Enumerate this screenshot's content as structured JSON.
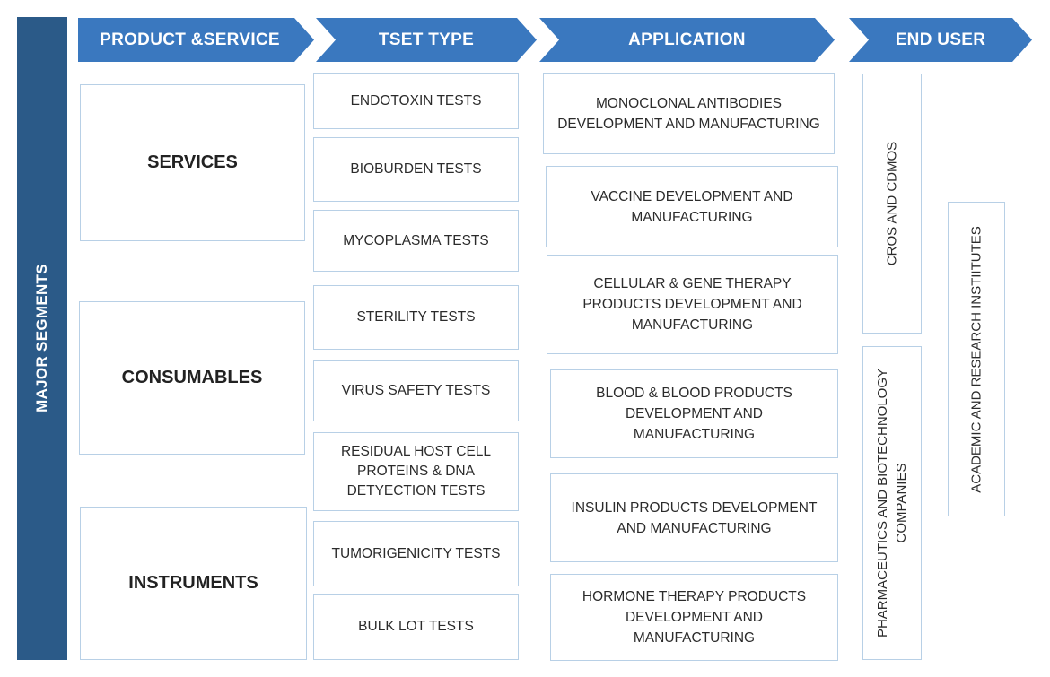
{
  "side_label": "MAJOR SEGMENTS",
  "headers": [
    "PRODUCT &SERVICE",
    "TSET TYPE",
    "APPLICATION",
    "END USER"
  ],
  "product_service": [
    "SERVICES",
    "CONSUMABLES",
    "INSTRUMENTS"
  ],
  "test_types": [
    "ENDOTOXIN TESTS",
    "BIOBURDEN TESTS",
    "MYCOPLASMA TESTS",
    "STERILITY TESTS",
    "VIRUS SAFETY TESTS",
    "RESIDUAL HOST CELL PROTEINS & DNA DETYECTION TESTS",
    "TUMORIGENICITY TESTS",
    "BULK LOT TESTS"
  ],
  "applications": [
    "MONOCLONAL ANTIBODIES DEVELOPMENT AND MANUFACTURING",
    "VACCINE DEVELOPMENT AND MANUFACTURING",
    "CELLULAR & GENE THERAPY PRODUCTS DEVELOPMENT AND MANUFACTURING",
    "BLOOD & BLOOD PRODUCTS DEVELOPMENT AND MANUFACTURING",
    "INSULIN PRODUCTS DEVELOPMENT AND MANUFACTURING",
    "HORMONE THERAPY PRODUCTS DEVELOPMENT AND MANUFACTURING"
  ],
  "end_users": [
    "CROS AND CDMOS",
    "PHARMACEUTICS AND BIOTECHNOLOGY COMPANIES",
    "ACADEMIC AND RESEARCH INSTIITUTES"
  ],
  "colors": {
    "sidebar": "#2b5a88",
    "header": "#3a78bf",
    "box_border": "#b8d0e6"
  }
}
